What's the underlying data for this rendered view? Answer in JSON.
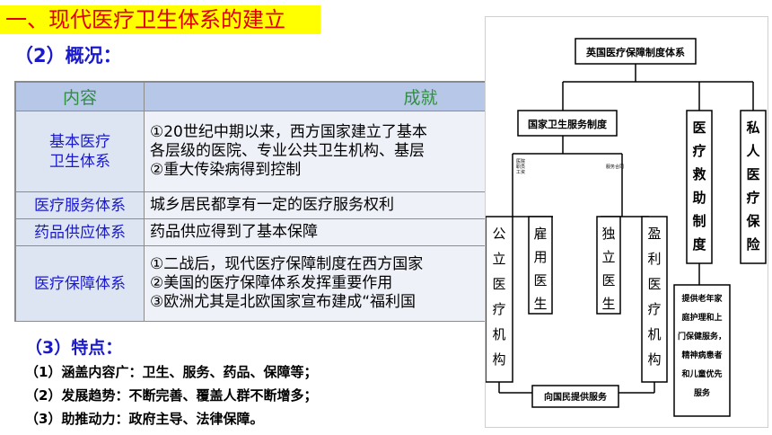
{
  "title": "一、现代医疗卫生体系的建立",
  "subtitle": "（2）概况：",
  "table": {
    "headers": [
      "内容",
      "成就"
    ],
    "rows": [
      {
        "name": [
          "基本医疗",
          "卫生体系"
        ],
        "lines": [
          "①20世纪中期以来，西方国家建立了基本",
          "各层级的医院、专业公共卫生机构、基层",
          "②重大传染病得到控制"
        ]
      },
      {
        "name": [
          "医疗服务体系"
        ],
        "lines": [
          "城乡居民都享有一定的医疗服务权利"
        ]
      },
      {
        "name": [
          "药品供应体系"
        ],
        "lines": [
          "药品供应得到了基本保障"
        ]
      },
      {
        "name": [
          "医疗保障体系"
        ],
        "lines": [
          "①二战后，现代医疗保障制度在西方国家",
          "②美国的医疗保障体系发挥重要作用",
          "③欧洲尤其是北欧国家宣布建成“福利国"
        ]
      }
    ]
  },
  "features": {
    "heading": "（3）特点：",
    "items": [
      "（1）涵盖内容广：卫生、服务、药品、保障等；",
      "（2）发展趋势：不断完善、覆盖人群不断增多；",
      "（3）助推动力：政府主导、法律保障。"
    ]
  },
  "diagram": {
    "root": "英国医疗保障制度体系",
    "national": "国家卫生服务制度",
    "aid": "医疗救助制度",
    "private": "私人医疗保险",
    "tiny_left": "医院\n职员\n工资",
    "tiny_right": "服务合同",
    "leaves": [
      "公立医疗机构",
      "雇用医生",
      "独立医生",
      "盈利医疗机构"
    ],
    "aid_desc": [
      "提供老年家",
      "庭护理和上",
      "门保健服务，",
      "精神病患者",
      "和儿童优先",
      "服务"
    ],
    "bottom": "向国民提供服务"
  }
}
